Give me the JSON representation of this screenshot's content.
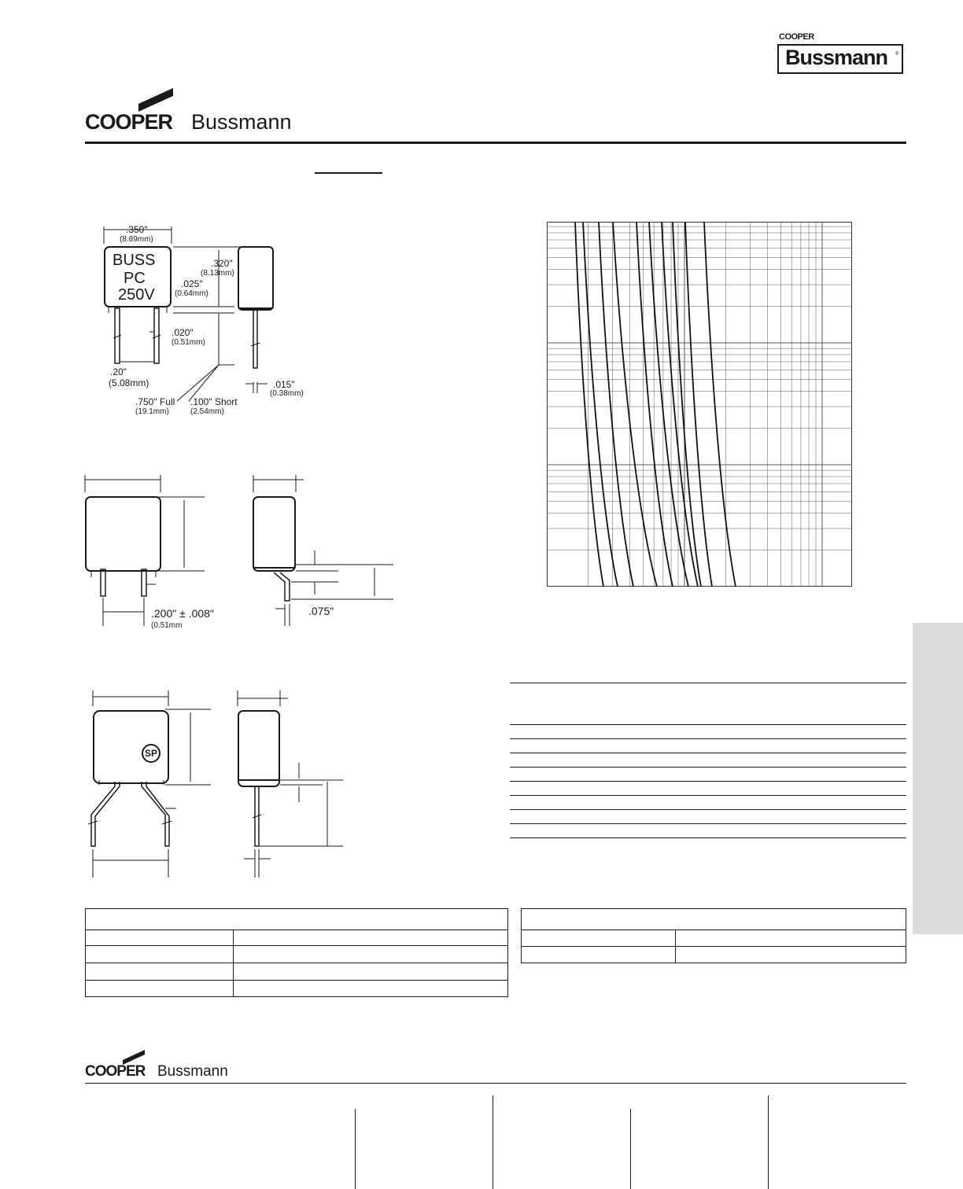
{
  "header": {
    "logo_cooper": "COOPER",
    "logo_bussmann": "Bussmann",
    "brand_cooper": "COOPER",
    "brand_bussmann": "Bussmann",
    "brand_reg": "®"
  },
  "drawing1": {
    "part_line1": "BUSS",
    "part_line2": "PC",
    "part_line3": "250V",
    "width_in": ".350\"",
    "width_mm": "(8.89mm)",
    "height_in": ".320\"",
    "height_mm": "(8.13mm)",
    "standoff_in": ".025\"",
    "standoff_mm": "(0.64mm)",
    "lead_dia_in": ".020\"",
    "lead_dia_mm": "(0.51mm)",
    "spacing_in": ".20\"",
    "spacing_mm": "(5.08mm)",
    "thick_in": ".015\"",
    "thick_mm": "(0.38mm)",
    "full_in": ".750\" Full",
    "full_mm": "(19.1mm)",
    "short_in": ".100\" Short",
    "short_mm": "(2.54mm)"
  },
  "drawing2": {
    "spacing_label": ".200\" ± .008\"",
    "spacing_mm": "(0.51mm",
    "offset_label": ".075\""
  },
  "drawing3": {
    "mark": "SP"
  },
  "chart_data": {
    "type": "line",
    "title": "",
    "xlabel": "",
    "ylabel": "",
    "note": "time-current curves, log-log grid, no printed labels",
    "series_count": 10
  },
  "footer": {
    "logo_cooper": "COOPER",
    "logo_bussmann": "Bussmann"
  },
  "colors": {
    "ink": "#1a1a1a",
    "tab": "#dcdcdc"
  }
}
